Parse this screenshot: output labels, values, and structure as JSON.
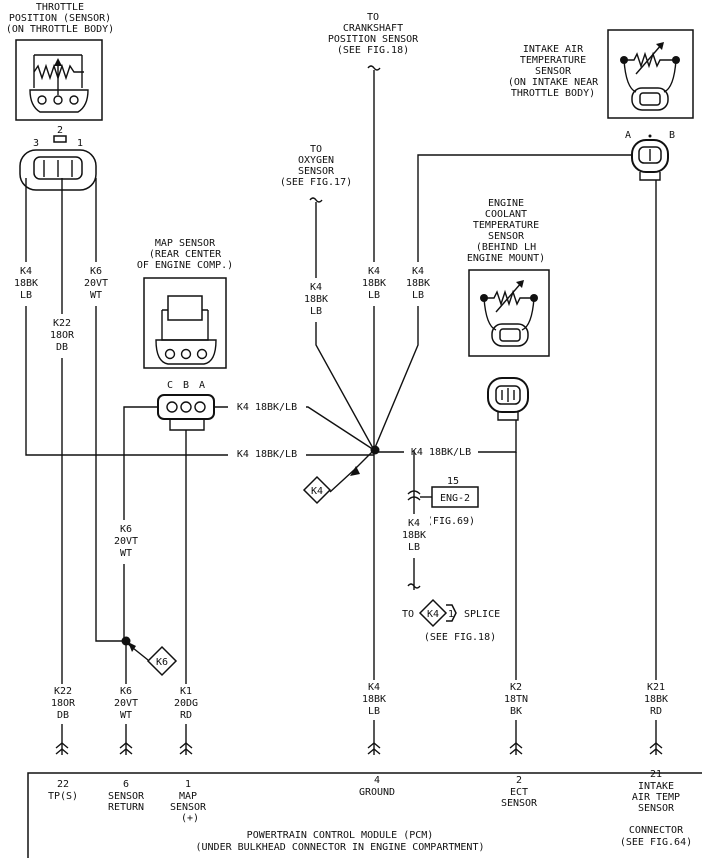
{
  "components": {
    "tps": {
      "lines": [
        "THROTTLE",
        "POSITION (SENSOR)",
        "(ON THROTTLE BODY)"
      ],
      "pins": [
        "3",
        "2",
        "1"
      ]
    },
    "ckp": {
      "lines": [
        "TO",
        "CRANKSHAFT",
        "POSITION SENSOR",
        "(SEE FIG.18)"
      ]
    },
    "iat": {
      "lines": [
        "INTAKE AIR",
        "TEMPERATURE",
        "SENSOR",
        "(ON INTAKE NEAR",
        "THROTTLE BODY)"
      ],
      "pins": [
        "A",
        "B"
      ]
    },
    "o2": {
      "lines": [
        "TO",
        "OXYGEN",
        "SENSOR",
        "(SEE FIG.17)"
      ]
    },
    "ect": {
      "lines": [
        "ENGINE",
        "COOLANT",
        "TEMPERATURE",
        "SENSOR",
        "(BEHIND LH",
        "ENGINE MOUNT)"
      ]
    },
    "map": {
      "lines": [
        "MAP SENSOR",
        "(REAR CENTER",
        "OF ENGINE COMP.)"
      ],
      "pins": [
        "C",
        "B",
        "A"
      ]
    }
  },
  "wires": {
    "tps_k4": [
      "K4",
      "18BK",
      "LB"
    ],
    "tps_k22": [
      "K22",
      "18OR",
      "DB"
    ],
    "tps_k6": [
      "K6",
      "20VT",
      "WT"
    ],
    "o2_k4": [
      "K4",
      "18BK",
      "LB"
    ],
    "ckp_k4": [
      "K4",
      "18BK",
      "LB"
    ],
    "iat_k4": [
      "K4",
      "18BK",
      "LB"
    ],
    "map_k4": "K4 18BK/LB",
    "main_k4": "K4 18BK/LB",
    "ect_k4": "K4 18BK/LB",
    "map_k6": [
      "K6",
      "20VT",
      "WT"
    ],
    "ground_k4": [
      "K4",
      "18BK",
      "LB"
    ],
    "pcm_k22": [
      "K22",
      "18OR",
      "DB"
    ],
    "pcm_k6": [
      "K6",
      "20VT",
      "WT"
    ],
    "pcm_k1": [
      "K1",
      "20DG",
      "RD"
    ],
    "pcm_k4": [
      "K4",
      "18BK",
      "LB"
    ],
    "pcm_k2": [
      "K2",
      "18TN",
      "BK"
    ],
    "pcm_k21": [
      "K21",
      "18BK",
      "RD"
    ]
  },
  "splices": {
    "k4_diamond": "K4",
    "k6_diamond": "K6",
    "to_label": "TO",
    "to_splice_diamond": "K4",
    "to_splice_num": "1",
    "to_splice_word": "SPLICE",
    "to_splice_see": "(SEE FIG.18)",
    "eng2_num": "15",
    "eng2_label": "ENG-2",
    "eng2_fig": "(FIG.69)"
  },
  "pcm": {
    "title_lines": [
      "POWERTRAIN CONTROL MODULE (PCM)",
      "(UNDER BULKHEAD CONNECTOR IN ENGINE COMPARTMENT)"
    ],
    "pins": [
      {
        "num": "22",
        "lines": [
          "TP(S)"
        ]
      },
      {
        "num": "6",
        "lines": [
          "SENSOR",
          "RETURN"
        ]
      },
      {
        "num": "1",
        "lines": [
          "MAP",
          "SENSOR",
          "(+)"
        ]
      },
      {
        "num": "4",
        "lines": [
          "GROUND"
        ]
      },
      {
        "num": "2",
        "lines": [
          "ECT",
          "SENSOR"
        ]
      },
      {
        "num": "21",
        "lines": [
          "INTAKE",
          "AIR TEMP",
          "SENSOR"
        ]
      }
    ],
    "connector_lines": [
      "CONNECTOR",
      "(SEE FIG.64)"
    ]
  }
}
